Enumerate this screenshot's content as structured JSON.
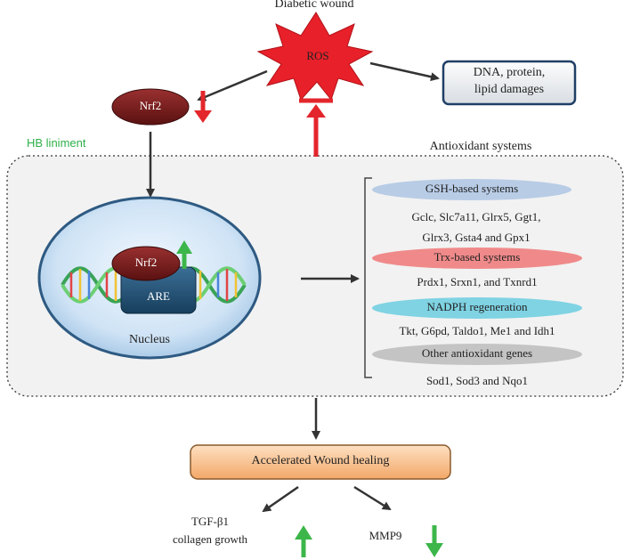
{
  "title": "Diabetic wound",
  "ros": "ROS",
  "damage": [
    "DNA, protein,",
    "lipid damages"
  ],
  "nrf2": "Nrf2",
  "treatment": "HB liniment",
  "antioxidant_title": "Antioxidant systems",
  "nucleus": {
    "nrf2": "Nrf2",
    "are": "ARE",
    "label": "Nucleus"
  },
  "systems": {
    "gsh": {
      "label": "GSH-based systems",
      "genes": [
        "Gclc, Slc7a11, Glrx5, Ggt1,",
        "Glrx3, Gsta4 and Gpx1"
      ]
    },
    "trx": {
      "label": "Trx-based systems",
      "genes": [
        "Prdx1, Srxn1, and Txnrd1"
      ]
    },
    "nadph": {
      "label": "NADPH regeneration",
      "genes": [
        "Tkt, G6pd, Taldo1, Me1 and Idh1"
      ]
    },
    "other": {
      "label": "Other antioxidant genes",
      "genes": [
        "Sod1, Sod3 and Nqo1"
      ]
    }
  },
  "outcome": "Accelerated Wound healing",
  "results": {
    "tgf": [
      "TGF-β1",
      "collagen growth"
    ],
    "mmp": "MMP9"
  },
  "colors": {
    "ros_fill": "#e8202a",
    "nrf2_fill": "#6e1717",
    "inhibit_red": "#e3262b",
    "up_green": "#3cb64a",
    "gsh_fill": "#b8cce6",
    "trx_fill": "#f08a8a",
    "nadph_fill": "#7fd3e3",
    "other_fill": "#c4c4c4",
    "outcome_fill": "#f7c08e",
    "are_fill": "#1e4f73"
  }
}
